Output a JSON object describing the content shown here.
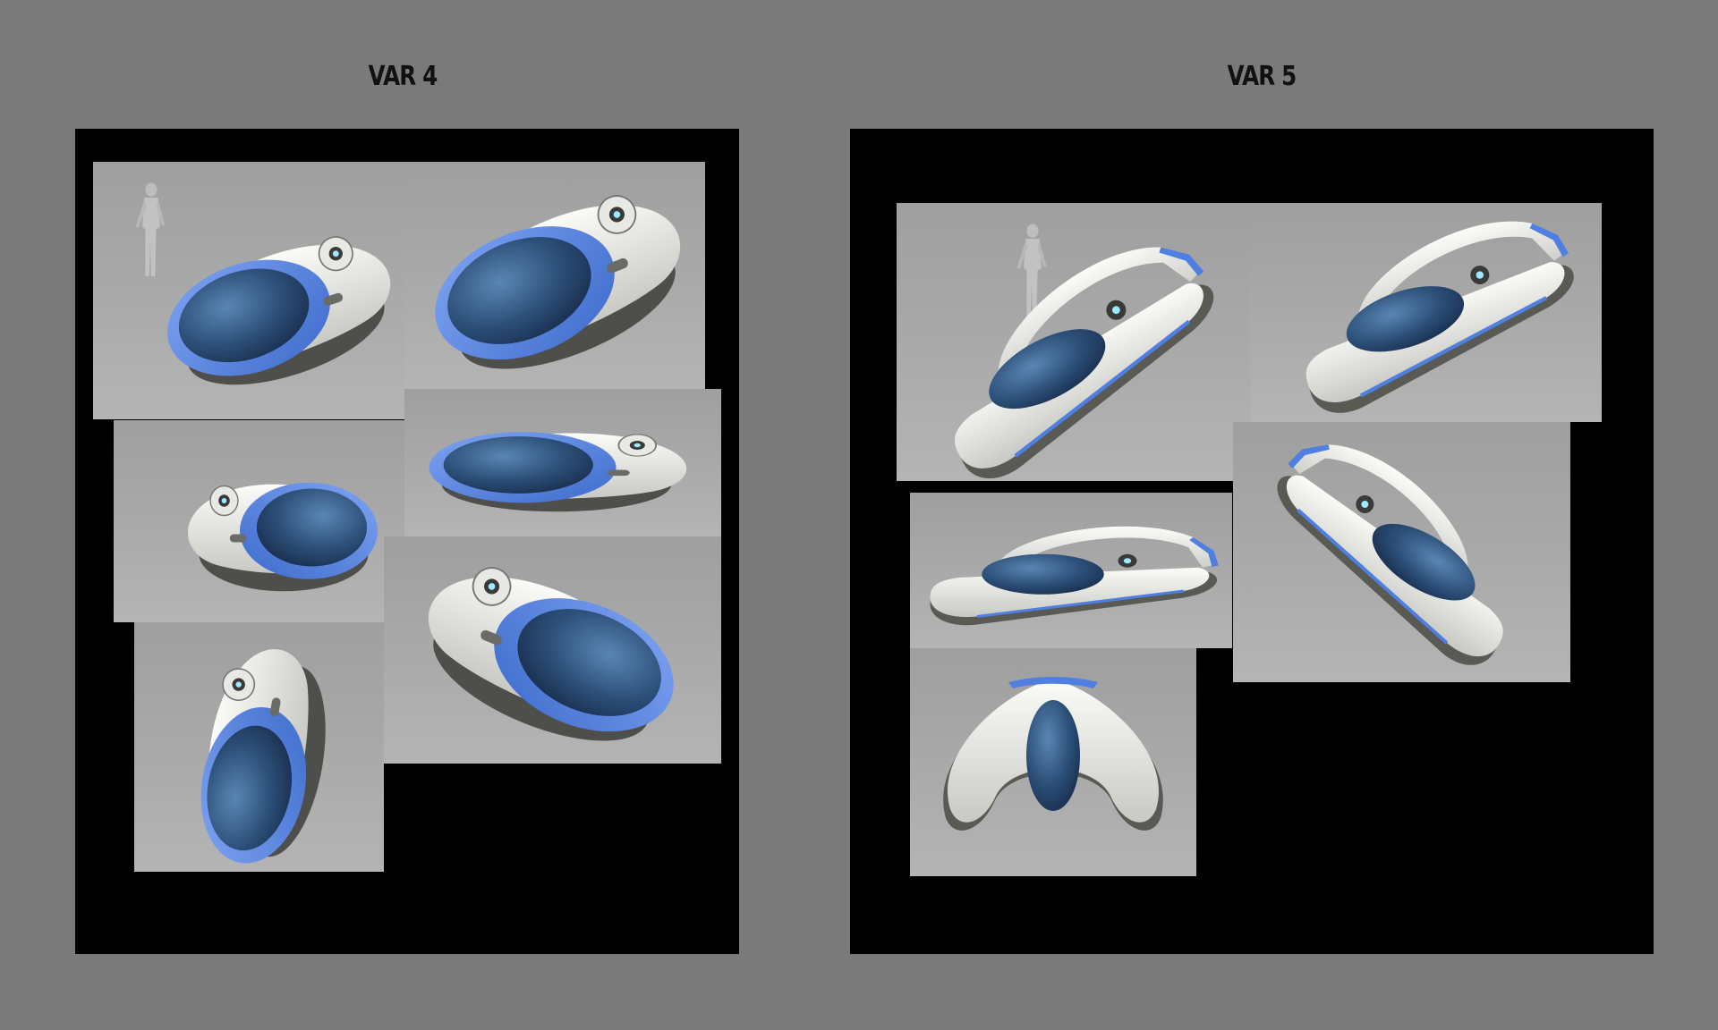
{
  "sheet": {
    "background": "#7a7a7a",
    "board_color": "#000000"
  },
  "variants": [
    {
      "title": "VAR 4",
      "views": [
        "perspective-front-left",
        "perspective-front-right",
        "rear",
        "side",
        "perspective-rear",
        "top"
      ]
    },
    {
      "title": "VAR 5",
      "views": [
        "perspective-front-left",
        "perspective-front-right",
        "side",
        "perspective-rear",
        "front"
      ]
    }
  ],
  "colors": {
    "hull_white": "#f0f0ec",
    "accent_blue": "#4f7fe0",
    "canopy_blue": "#274a72",
    "hull_shadow": "#5a5a55"
  },
  "icons": {
    "concept_render": "vehicle-render",
    "scale_figure": "human-figure-icon"
  }
}
